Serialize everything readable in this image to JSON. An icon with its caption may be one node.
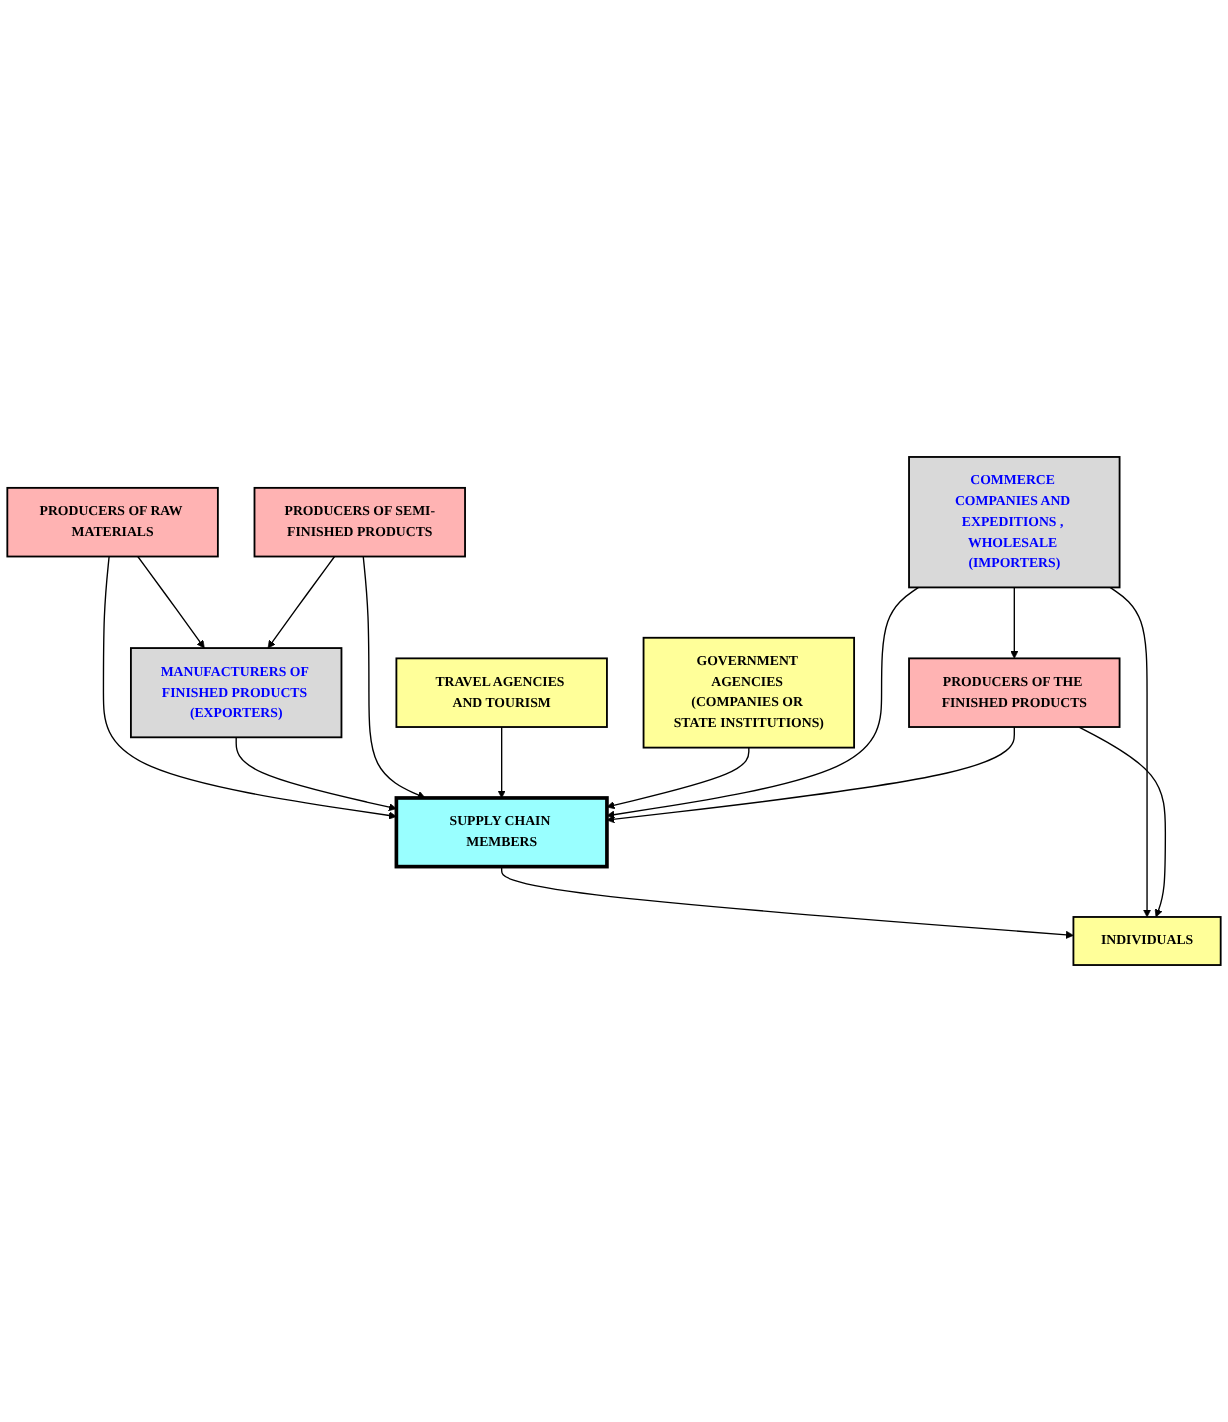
{
  "diagram": {
    "nodes": [
      {
        "text": [
          "PRODUCERS OF RAW MATERIALS"
        ]
      },
      {
        "text": [
          "PRODUCERS OF SEMI-FINISHED PRODUCTS"
        ]
      },
      {
        "text": [
          "MANUFACTURERS OF FINISHED PRODUCTS (EXPORTERS)"
        ]
      },
      {
        "text": [
          "TRAVEL AGENCIES AND TOURISM"
        ]
      },
      {
        "text": [
          "SUPPLY CHAIN MEMBERS"
        ]
      },
      {
        "text": [
          "GOVERNMENT AGENCIES (COMPANIES OR STATE INSTITUTIONS)"
        ]
      },
      {
        "text": [
          "COMMERCE COMPANIES AND EXPEDITIONS , WHOLESALE (IMPORTERS)"
        ]
      },
      {
        "text": [
          "INDIVIDUALS"
        ]
      },
      {
        "text": [
          "PRODUCERS OF THE FINISHED PRODUCTS"
        ]
      }
    ],
    "edges": [
      {
        "from": 0,
        "to": 2,
        "arrow": "to"
      },
      {
        "from": 1,
        "to": 2,
        "arrow": "to"
      },
      {
        "from": 0,
        "to": 4,
        "arrow": "to"
      },
      {
        "from": 2,
        "to": 4,
        "arrow": "to"
      },
      {
        "from": 1,
        "to": 4,
        "arrow": "to"
      },
      {
        "from": 3,
        "to": 4,
        "arrow": "to"
      },
      {
        "from": 5,
        "to": 4,
        "arrow": "to"
      },
      {
        "from": 6,
        "to": 4,
        "arrow": "to"
      },
      {
        "from": 8,
        "to": 4,
        "arrow": "to"
      },
      {
        "from": 4,
        "to": 7,
        "arrow": "to"
      },
      {
        "from": 6,
        "to": 7,
        "arrow": "to"
      },
      {
        "from": 6,
        "to": 8,
        "arrow": "to"
      },
      {
        "from": 8,
        "to": 7,
        "arrow": "to"
      }
    ]
  }
}
